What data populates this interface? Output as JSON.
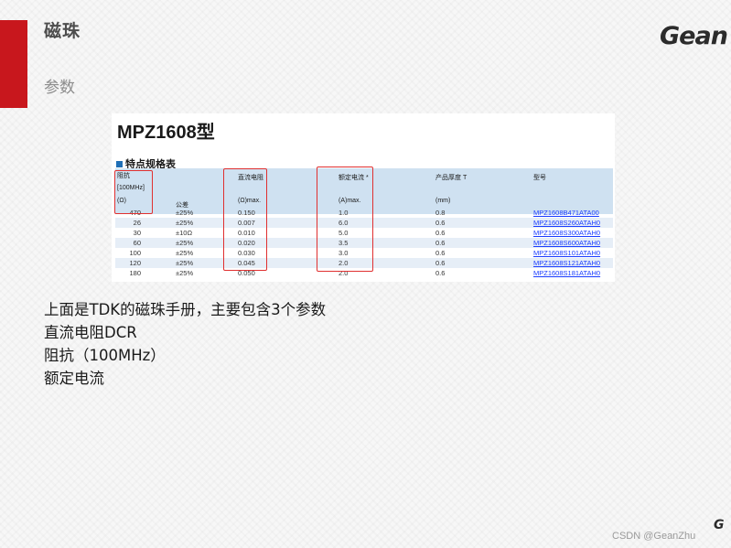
{
  "slide": {
    "title": "磁珠",
    "subtitle": "参数",
    "logo": "Gean",
    "logo_small": "G",
    "watermark": "CSDN @GeanZhu"
  },
  "sheet": {
    "title": "MPZ1608型",
    "section": "特点规格表",
    "headers": {
      "impedance_line1": "阻抗",
      "impedance_line2": "[100MHz]",
      "impedance_line3": "(Ω)",
      "tolerance": "公差",
      "dcr_line1": "直流电阻",
      "dcr_line2": "(Ω)max.",
      "current_line1": "额定电流 *",
      "current_line2": "(A)max.",
      "thickness_line1": "产品厚度 T",
      "thickness_line2": "(mm)",
      "part_number": "型号"
    },
    "rows": [
      {
        "imp": "470",
        "tol": "±25%",
        "dcr": "0.150",
        "cur": "1.0",
        "thk": "0.8",
        "part": "MPZ1608B471ATA00"
      },
      {
        "imp": "26",
        "tol": "±25%",
        "dcr": "0.007",
        "cur": "6.0",
        "thk": "0.6",
        "part": "MPZ1608S260ATAH0"
      },
      {
        "imp": "30",
        "tol": "±10Ω",
        "dcr": "0.010",
        "cur": "5.0",
        "thk": "0.6",
        "part": "MPZ1608S300ATAH0"
      },
      {
        "imp": "60",
        "tol": "±25%",
        "dcr": "0.020",
        "cur": "3.5",
        "thk": "0.6",
        "part": "MPZ1608S600ATAH0"
      },
      {
        "imp": "100",
        "tol": "±25%",
        "dcr": "0.030",
        "cur": "3.0",
        "thk": "0.6",
        "part": "MPZ1608S101ATAH0"
      },
      {
        "imp": "120",
        "tol": "±25%",
        "dcr": "0.045",
        "cur": "2.0",
        "thk": "0.6",
        "part": "MPZ1608S121ATAH0"
      },
      {
        "imp": "180",
        "tol": "±25%",
        "dcr": "0.050",
        "cur": "2.0",
        "thk": "0.6",
        "part": "MPZ1608S181ATAH0"
      }
    ]
  },
  "body": {
    "line1": "上面是TDK的磁珠手册，主要包含3个参数",
    "line2": "直流电阻DCR",
    "line3": "阻抗（100MHz）",
    "line4": "额定电流"
  },
  "colors": {
    "accent_red": "#c8171d",
    "header_blue": "#cfe1f1",
    "link_blue": "#1a3cff",
    "highlight_box": "#e03030"
  }
}
